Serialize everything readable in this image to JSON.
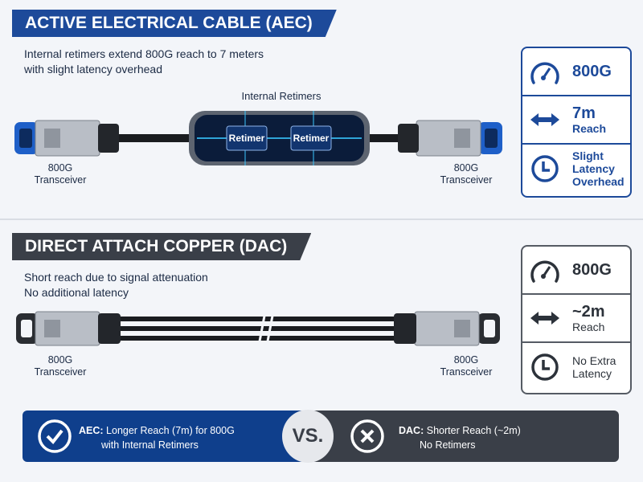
{
  "aec": {
    "title": "ACTIVE ELECTRICAL CABLE (AEC)",
    "subtitle_line1": "Internal retimers extend 800G reach to 7 meters",
    "subtitle_line2": "with slight latency overhead",
    "module_label": "Internal Retimers",
    "retimer1": "Retimer",
    "retimer2": "Retimer",
    "left_label": [
      "800G",
      "Transceiver"
    ],
    "right_label": [
      "800G",
      "Transceiver"
    ],
    "specs": [
      {
        "icon": "speedometer-icon",
        "value": "800G"
      },
      {
        "icon": "double-arrow-icon",
        "value": "7m",
        "detail": "Reach"
      },
      {
        "icon": "clock-icon",
        "lines": [
          "Slight",
          "Latency",
          "Overhead"
        ]
      }
    ],
    "color": "#1d4a9a"
  },
  "dac": {
    "title": "DIRECT ATTACH COPPER (DAC)",
    "subtitle_line1": "Short reach due to signal attenuation",
    "subtitle_line2": "No additional latency",
    "left_label": [
      "800G",
      "Transceiver"
    ],
    "right_label": [
      "800G",
      "Transceiver"
    ],
    "specs": [
      {
        "icon": "speedometer-icon",
        "value": "800G"
      },
      {
        "icon": "double-arrow-icon",
        "value": "~2m",
        "detail": "Reach"
      },
      {
        "icon": "clock-icon",
        "lines": [
          "No Extra",
          "Latency"
        ]
      }
    ],
    "color": "#3a3f48"
  },
  "compare": {
    "aec_key": "AEC:",
    "aec_line1": "Longer Reach (7m) for 800G",
    "aec_line2": "with Internal Retimers",
    "vs": "VS.",
    "dac_key": "DAC:",
    "dac_line1": "Shorter Reach (~2m)",
    "dac_line2": "No Retimers"
  }
}
